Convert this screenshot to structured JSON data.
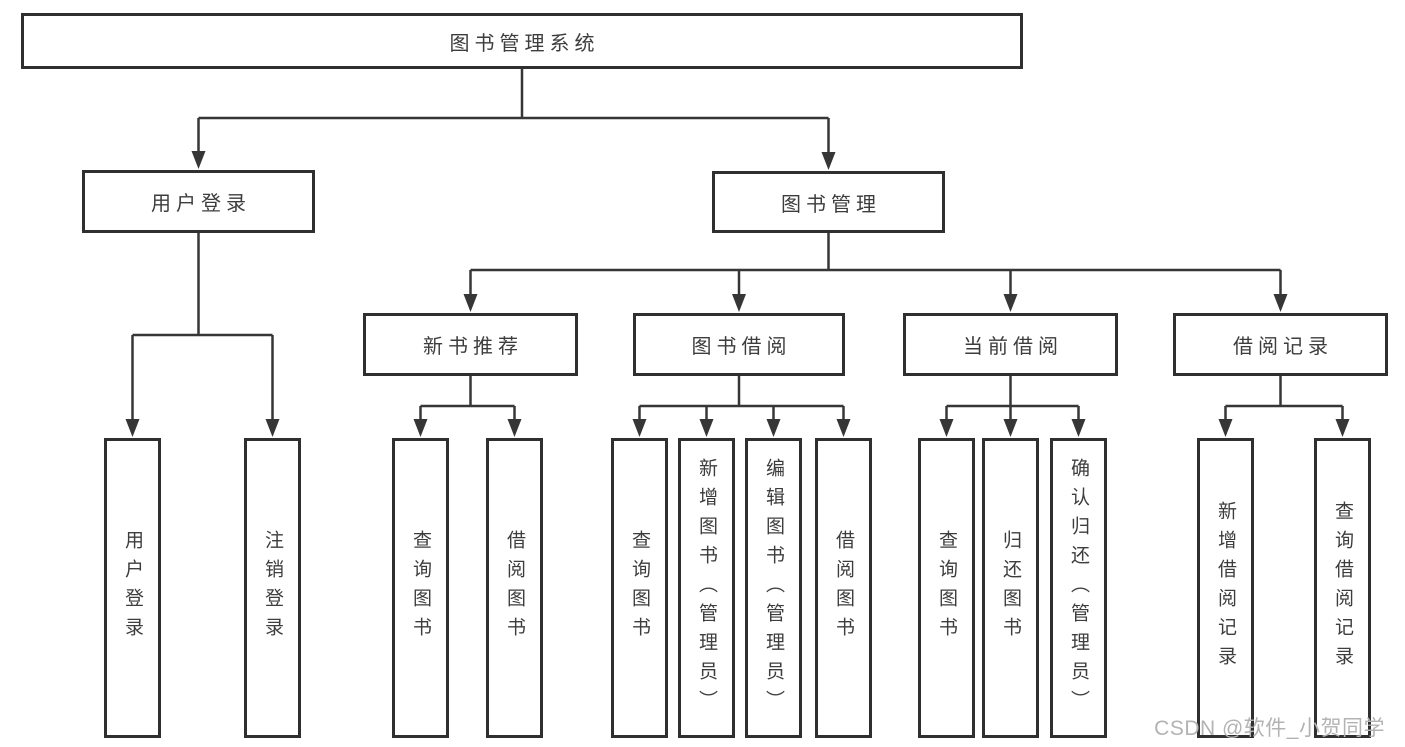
{
  "diagram": {
    "root": {
      "label": "图书管理系统"
    },
    "level1": [
      {
        "label": "用户登录"
      },
      {
        "label": "图书管理"
      }
    ],
    "level2": [
      {
        "label": "新书推荐"
      },
      {
        "label": "图书借阅"
      },
      {
        "label": "当前借阅"
      },
      {
        "label": "借阅记录"
      }
    ],
    "leaves": {
      "user_login": [
        {
          "label": "用户登录"
        },
        {
          "label": "注销登录"
        }
      ],
      "new_book_recommend": [
        {
          "label": "查询图书"
        },
        {
          "label": "借阅图书"
        }
      ],
      "book_borrow": [
        {
          "label": "查询图书"
        },
        {
          "label": "新增图书（管理员）"
        },
        {
          "label": "编辑图书（管理员）"
        },
        {
          "label": "借阅图书"
        }
      ],
      "current_borrow": [
        {
          "label": "查询图书"
        },
        {
          "label": "归还图书"
        },
        {
          "label": "确认归还（管理员）"
        }
      ],
      "borrow_records": [
        {
          "label": "新增借阅记录"
        },
        {
          "label": "查询借阅记录"
        }
      ]
    },
    "watermark": "CSDN @软件_小贺同学",
    "colors": {
      "line": "#363636",
      "box_border": "#2f2f2f",
      "text": "#3d3d3d",
      "watermark": "#b3b3b3",
      "background": "#ffffff"
    }
  }
}
